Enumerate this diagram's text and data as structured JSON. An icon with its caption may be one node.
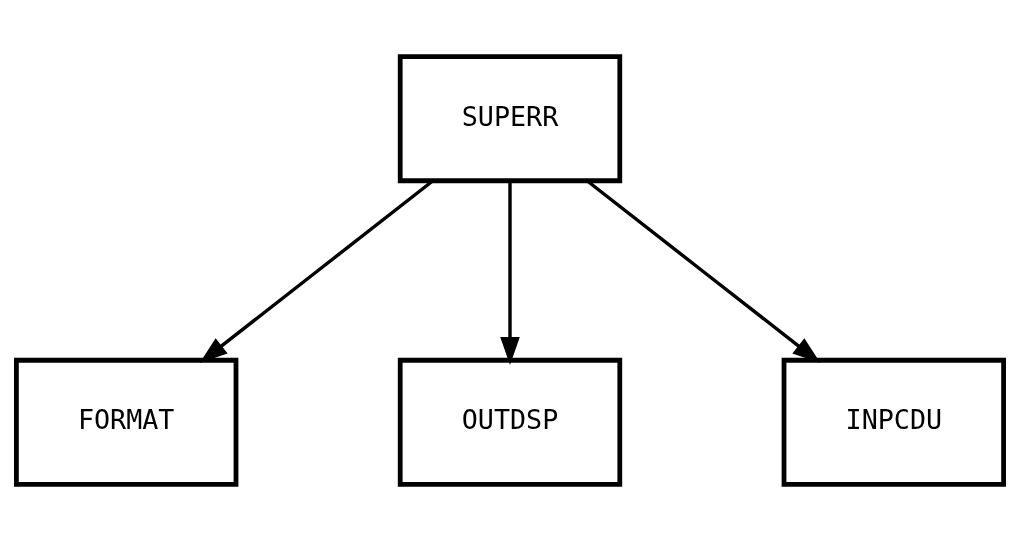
{
  "diagram": {
    "nodes": [
      {
        "text": [
          "SUPERR"
        ]
      },
      {
        "text": [
          "FORMAT"
        ]
      },
      {
        "text": [
          "OUTDSP"
        ]
      },
      {
        "text": [
          "INPCDU"
        ]
      }
    ],
    "edges": [
      {
        "from": 0,
        "to": 1,
        "arrow": "to"
      },
      {
        "from": 0,
        "to": 2,
        "arrow": "to"
      },
      {
        "from": 0,
        "to": 3,
        "arrow": "to"
      }
    ]
  }
}
